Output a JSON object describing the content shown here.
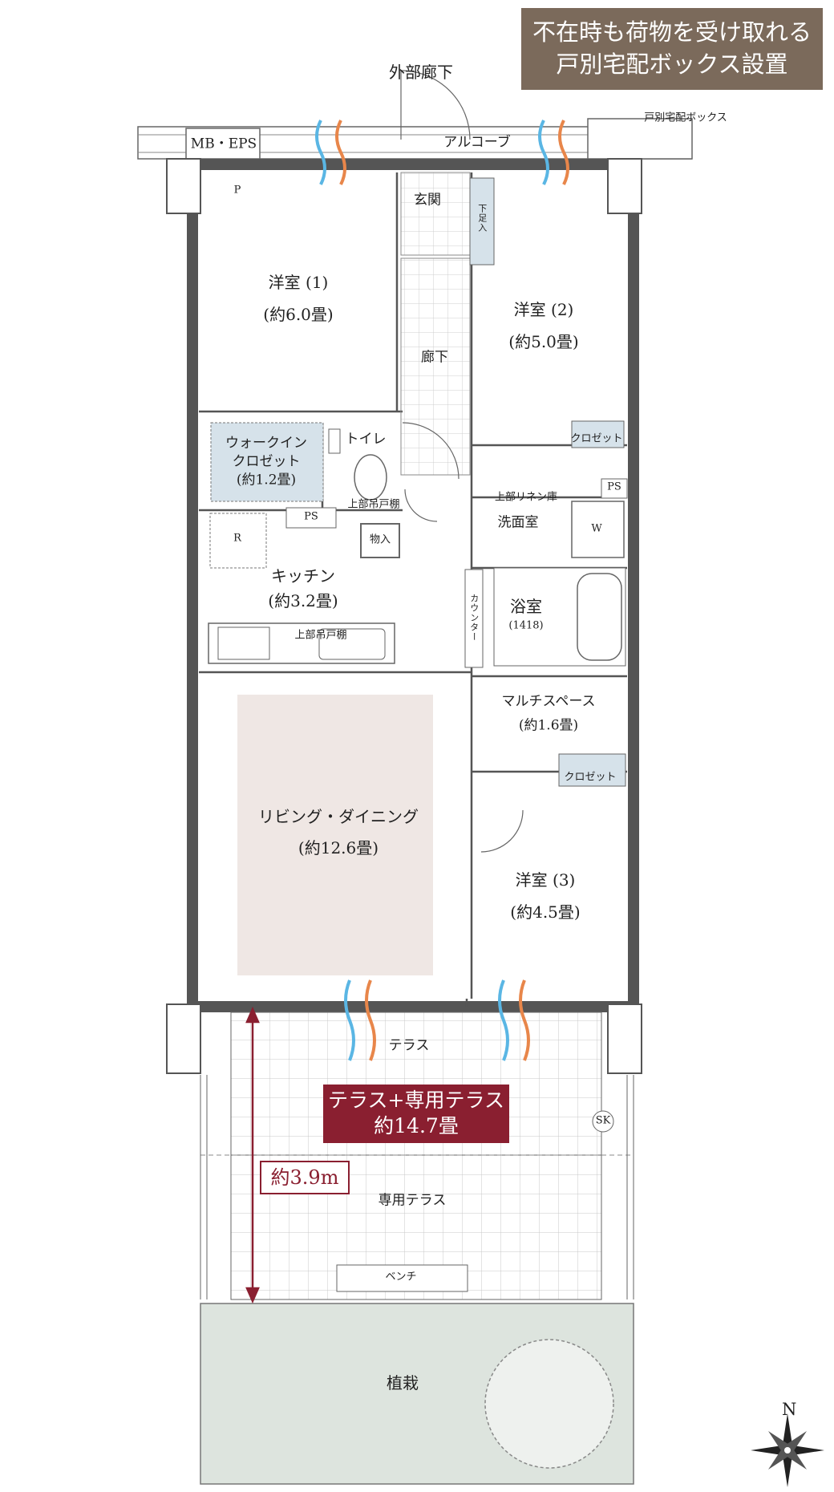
{
  "banner": {
    "line1": "不在時も荷物を受け取れる",
    "line2": "戸別宅配ボックス設置"
  },
  "labels": {
    "outer_corridor": "外部廊下",
    "alcove": "アルコーブ",
    "delivery_box": "戸別宅配ボックス",
    "mb_eps": "MB・EPS",
    "p": "P",
    "entrance": "玄関",
    "shoe_closet": "下足入",
    "corridor": "廊下",
    "room1_name": "洋室 (1)",
    "room1_size": "(約6.0畳)",
    "room2_name": "洋室 (2)",
    "room2_size": "(約5.0畳)",
    "wic_line1": "ウォークイン",
    "wic_line2": "クロゼット",
    "wic_line3": "(約1.2畳)",
    "toilet": "トイレ",
    "upper_cabinet": "上部吊戸棚",
    "closet": "クロゼット",
    "upper_linen": "上部リネン庫",
    "ps": "PS",
    "r": "R",
    "storage": "物入",
    "wash_room": "洗面室",
    "w": "W",
    "kitchen_name": "キッチン",
    "kitchen_size": "(約3.2畳)",
    "counter": "カウンター",
    "bath_name": "浴室",
    "bath_size": "(1418)",
    "multi_name": "マルチスペース",
    "multi_size": "(約1.6畳)",
    "ld_name": "リビング・ダイニング",
    "ld_size": "(約12.6畳)",
    "room3_name": "洋室 (3)",
    "room3_size": "(約4.5畳)",
    "terrace": "テラス",
    "private_terrace": "専用テラス",
    "sk": "SK",
    "bench": "ベンチ",
    "planting": "植栽"
  },
  "area_callout": {
    "line1": "テラス+専用テラス",
    "line2": "約14.7畳"
  },
  "dimension": "約3.9m",
  "compass": {
    "north": "N"
  },
  "colors": {
    "banner_bg": "#7b6a5b",
    "accent": "#8a1f30",
    "living_floor": "#efe7e4",
    "closet_fill": "#d6e2ea",
    "planting_fill": "#dde4de",
    "wall": "#555555",
    "air_blue": "#5ab6e4",
    "air_orange": "#e8864a"
  }
}
